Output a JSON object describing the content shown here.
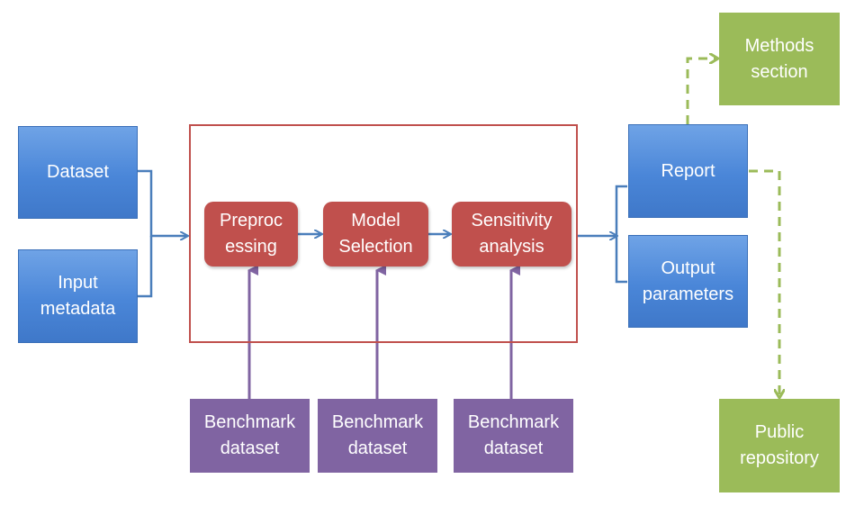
{
  "inputs": {
    "dataset": "Dataset",
    "input_metadata": "Input\nmetadata"
  },
  "pipeline": {
    "preprocessing": "Preproc\nessing",
    "model_selection": "Model\nSelection",
    "sensitivity_analysis": "Sensitivity\nanalysis"
  },
  "benchmarks": [
    "Benchmark\ndataset",
    "Benchmark\ndataset",
    "Benchmark\ndataset"
  ],
  "outputs": {
    "report": "Report",
    "output_parameters": "Output\nparameters"
  },
  "destinations": {
    "methods_section": "Methods\nsection",
    "public_repository": "Public\nrepository"
  },
  "colors": {
    "input_output_blue": "#4a86d8",
    "pipeline_red": "#c0504d",
    "benchmark_purple": "#8064a2",
    "destination_green": "#9bbb59",
    "solid_connector": "#4a7ebb",
    "benchmark_connector": "#8064a2",
    "dashed_connector": "#9bbb59"
  }
}
